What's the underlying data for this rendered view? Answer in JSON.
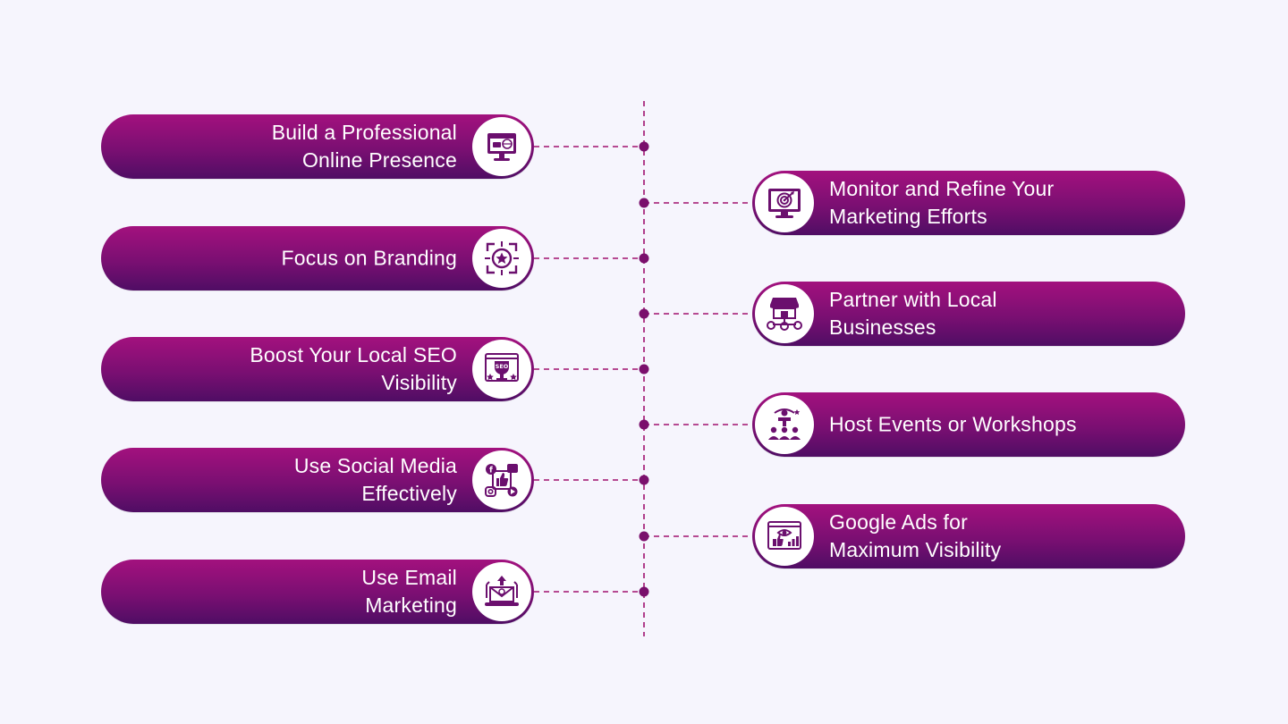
{
  "accent": "#8c1077",
  "line_color": "#a0126f",
  "left_items": [
    {
      "label": "Build a Professional\nOnline Presence",
      "icon": "monitor-globe-icon"
    },
    {
      "label": "Focus on Branding",
      "icon": "star-target-icon"
    },
    {
      "label": "Boost Your Local SEO\nVisibility",
      "icon": "seo-trophy-icon"
    },
    {
      "label": "Use Social Media\nEffectively",
      "icon": "social-media-icon"
    },
    {
      "label": "Use Email\nMarketing",
      "icon": "email-laptop-icon"
    }
  ],
  "right_items": [
    {
      "label": "Monitor and Refine Your\nMarketing Efforts",
      "icon": "monitor-target-icon"
    },
    {
      "label": "Partner with Local\nBusinesses",
      "icon": "storefront-network-icon"
    },
    {
      "label": "Host Events or Workshops",
      "icon": "workshop-audience-icon"
    },
    {
      "label": "Google Ads for\nMaximum Visibility",
      "icon": "ads-analytics-icon"
    }
  ]
}
